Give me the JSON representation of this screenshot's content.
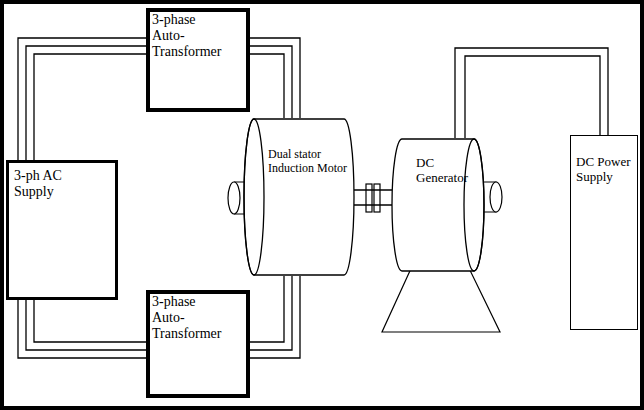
{
  "diagram": {
    "nodes": [
      {
        "text": [
          "3-ph AC Supply"
        ]
      },
      {
        "text": [
          "3-phase Auto-Transformer"
        ]
      },
      {
        "text": [
          "3-phase Auto-Transformer"
        ]
      },
      {
        "text": [
          "Dual stator Induction Motor"
        ]
      },
      {
        "text": [
          "DC Generator"
        ]
      },
      {
        "text": [
          "DC Power Supply"
        ]
      }
    ],
    "edges": [
      {
        "from": 0,
        "to": 1,
        "arrow": "none"
      },
      {
        "from": 0,
        "to": 2,
        "arrow": "none"
      },
      {
        "from": 1,
        "to": 3,
        "arrow": "none"
      },
      {
        "from": 2,
        "to": 3,
        "arrow": "none"
      },
      {
        "from": 3,
        "to": 4,
        "arrow": "none"
      },
      {
        "from": 4,
        "to": 5,
        "arrow": "none"
      }
    ]
  }
}
